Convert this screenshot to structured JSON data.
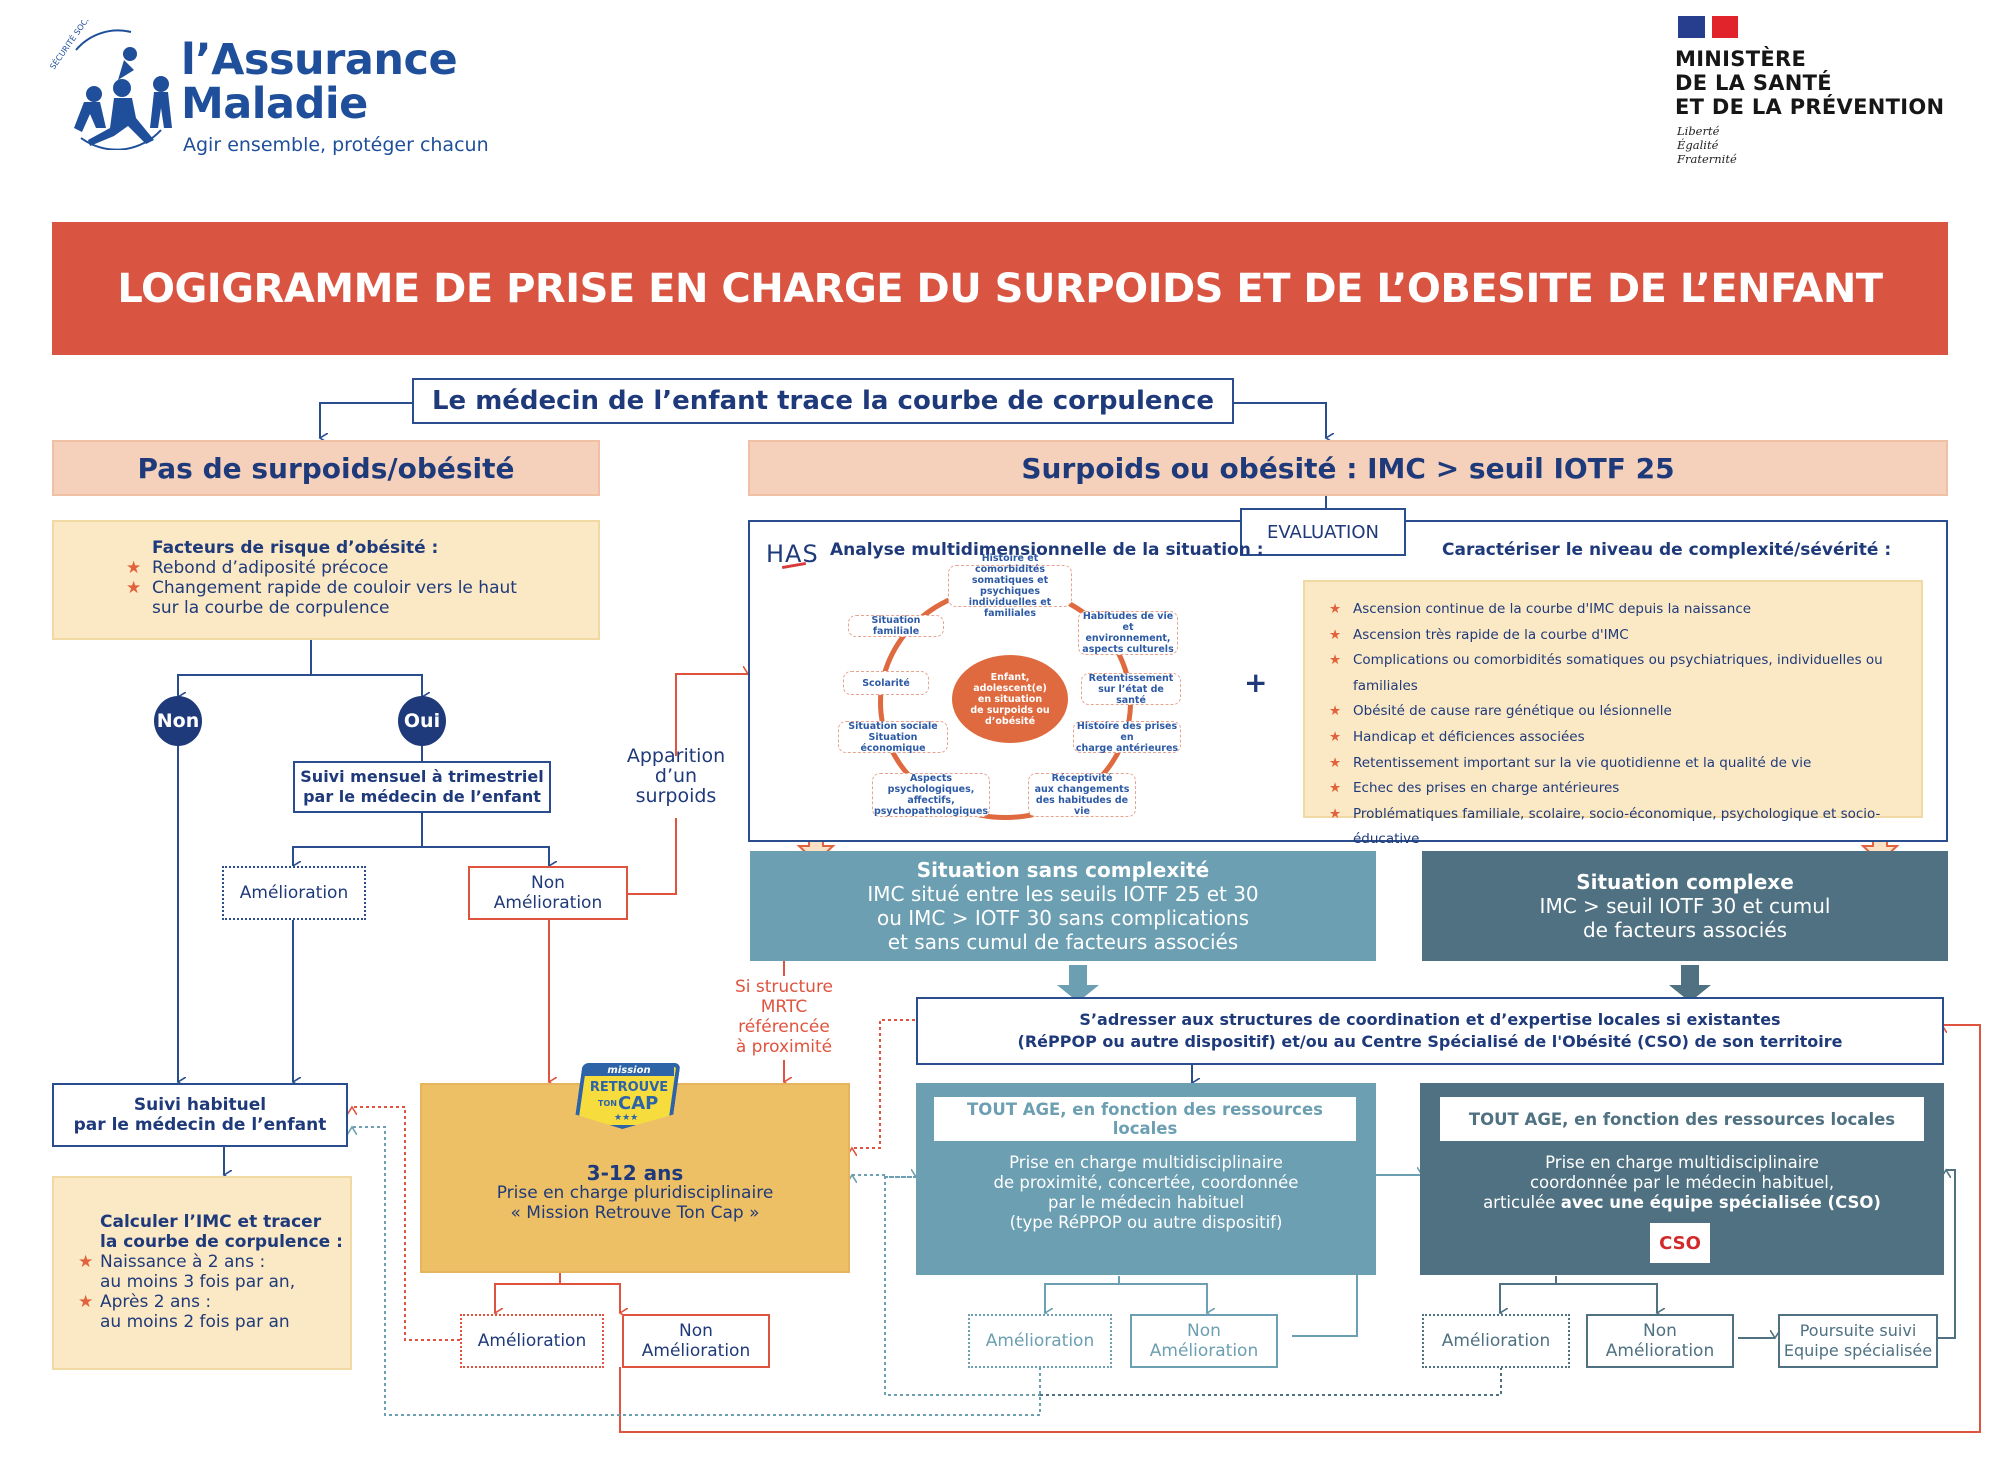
{
  "header": {
    "assurance_maladie": {
      "arc_text": "SÉCURITÉ SOCIALE",
      "name_line1": "l’Assurance",
      "name_line2": "Maladie",
      "tagline": "Agir ensemble, protéger chacun"
    },
    "ministere": {
      "line1": "MINISTÈRE",
      "line2": "DE LA SANTÉ",
      "line3": "ET DE LA PRÉVENTION",
      "motto1": "Liberté",
      "motto2": "Égalité",
      "motto3": "Fraternité"
    }
  },
  "banner_title": "LOGIGRAMME DE PRISE EN CHARGE DU SURPOIDS ET DE L’OBESITE DE L’ENFANT",
  "start_box": "Le médecin de l’enfant trace la courbe de corpulence",
  "left": {
    "head": "Pas de surpoids/obésité",
    "risk_title": "Facteurs de risque d’obésité :",
    "risk_items": [
      "Rebond d’adiposité précoce",
      "Changement rapide de couloir vers le haut",
      "sur la courbe de corpulence"
    ],
    "non": "Non",
    "oui": "Oui",
    "suivi_mensuel_1": "Suivi mensuel à trimestriel",
    "suivi_mensuel_2": "par le médecin de l’enfant",
    "amelioration": "Amélioration",
    "non_amelioration_1": "Non",
    "non_amelioration_2": "Amélioration",
    "apparition_1": "Apparition",
    "apparition_2": "d’un",
    "apparition_3": "surpoids",
    "suivi_habituel_1": "Suivi habituel",
    "suivi_habituel_2": "par le médecin de l’enfant",
    "imc_title_1": "Calculer l’IMC et tracer",
    "imc_title_2": "la courbe de corpulence :",
    "imc_items": [
      "Naissance à 2 ans :",
      "au moins 3 fois par an,",
      "Après 2 ans :",
      "au moins 2 fois par an"
    ]
  },
  "right": {
    "head": "Surpoids ou obésité : IMC > seuil IOTF 25",
    "evaluation_tab": "EVALUATION",
    "has_logo": "HAS",
    "analyse_title": "Analyse multidimensionnelle de la situation :",
    "center_node": [
      "Enfant,",
      "adolescent(e)",
      "en situation",
      "de surpoids ou",
      "d’obésité"
    ],
    "nodes": [
      [
        "Histoire et comorbidités",
        "somatiques et psychiques",
        "individuelles et familiales"
      ],
      [
        "Habitudes de vie",
        "et environnement,",
        "aspects culturels"
      ],
      [
        "Retentissement",
        "sur l’état de santé"
      ],
      [
        "Histoire des prises en",
        "charge antérieures"
      ],
      [
        "Réceptivité",
        "aux changements",
        "des habitudes de vie"
      ],
      [
        "Aspects psychologiques,",
        "affectifs,",
        "psychopathologiques"
      ],
      [
        "Situation sociale",
        "Situation économique"
      ],
      [
        "Scolarité"
      ],
      [
        "Situation familiale"
      ]
    ],
    "plus": "+",
    "severity_title": "Caractériser le niveau de complexité/sévérité :",
    "severity_items": [
      "Ascension continue de la courbe d'IMC depuis la naissance",
      "Ascension très rapide de la courbe d'IMC",
      "Complications ou comorbidités somatiques ou psychiatriques, individuelles ou familiales",
      "Obésité de cause rare génétique ou lésionnelle",
      "Handicap et déficiences associées",
      "Retentissement important sur la vie quotidienne et la qualité de vie",
      "Echec des prises en charge antérieures",
      "Problématiques familiale, scolaire, socio-économique, psychologique et socio-éducative"
    ],
    "sans_complexite": {
      "title": "Situation sans complexité",
      "lines": [
        "IMC situé entre les seuils IOTF 25 et 30",
        "ou IMC > IOTF 30 sans complications",
        "et sans cumul de facteurs associés"
      ]
    },
    "complexe": {
      "title": "Situation complexe",
      "lines": [
        "IMC > seuil IOTF 30 et cumul",
        "de facteurs associés"
      ]
    },
    "mrtc_label": [
      "Si structure",
      "MRTC",
      "référencée",
      "à proximité"
    ],
    "coordination_1": "S’adresser aux structures de coordination et d’expertise locales si existantes",
    "coordination_2": "(RéPPOP ou autre dispositif) et/ou au Centre Spécialisé de l'Obésité (CSO) de son territoire",
    "mrtc_box": {
      "logo_top": "mission",
      "logo_mid": "RETROUVE",
      "logo_bottom_a": "TON",
      "logo_bottom_b": "CAP",
      "age": "3-12 ans",
      "line1": "Prise en charge  pluridisciplinaire",
      "line2": "« Mission Retrouve Ton Cap »"
    },
    "proximite_box": {
      "tab": "TOUT AGE, en fonction des ressources locales",
      "lines": [
        "Prise en charge multidisciplinaire",
        "de proximité,  concertée, coordonnée",
        "par le médecin habituel",
        "(type RéPPOP ou autre dispositif)"
      ]
    },
    "cso_box": {
      "tab": "TOUT AGE, en fonction des ressources locales",
      "line1": "Prise en charge multidisciplinaire",
      "line2": "coordonnée par le médecin habituel,",
      "line3_regular": "articulée ",
      "line3_bold": "avec une équipe spécialisée (CSO)",
      "logo": "CSO"
    },
    "outcomes": {
      "amelioration": "Amélioration",
      "non": "Non",
      "non_amelioration": "Amélioration",
      "poursuite_1": "Poursuite suivi",
      "poursuite_2": "Equipe spécialisée"
    }
  },
  "colors": {
    "banner_red": "#d95441",
    "navy": "#1f3a7a",
    "peach": "#f5d1bc",
    "cream": "#fbe9c5",
    "teal": "#6b9fb1",
    "slate": "#4f7182",
    "gold": "#eec066",
    "accent_orange": "#e0633e"
  }
}
